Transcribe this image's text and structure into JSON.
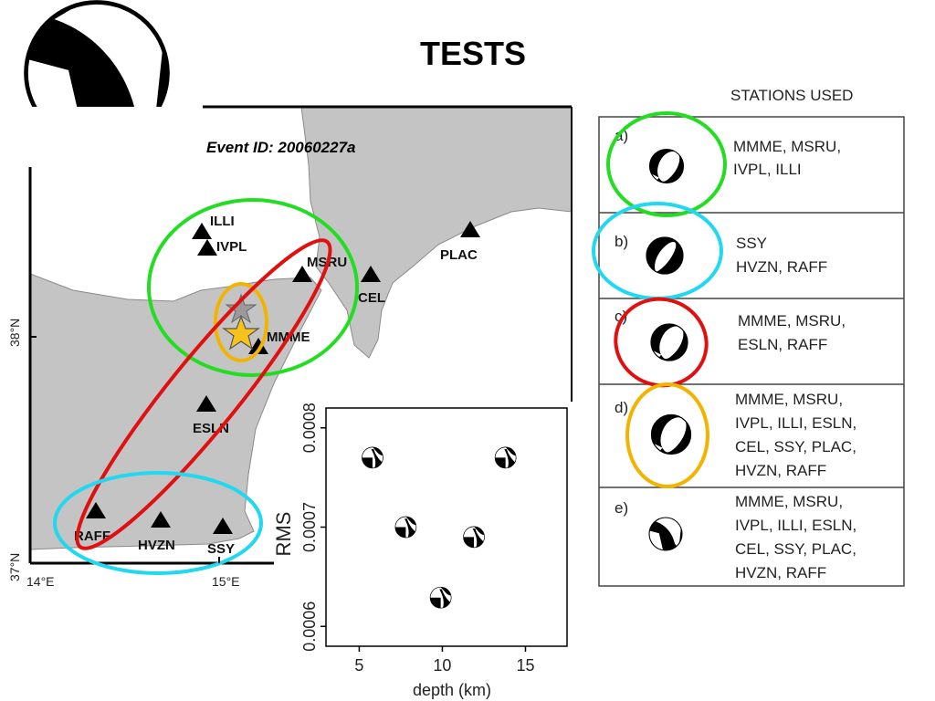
{
  "title": "TESTS",
  "map": {
    "event_id": "Event ID: 20060227a",
    "stations": [
      {
        "name": "ILLI"
      },
      {
        "name": "IVPL"
      },
      {
        "name": "MSRU"
      },
      {
        "name": "CEL"
      },
      {
        "name": "PLAC"
      },
      {
        "name": "MMME"
      },
      {
        "name": "ESLN"
      },
      {
        "name": "RAFF"
      },
      {
        "name": "HVZN"
      },
      {
        "name": "SSY"
      }
    ],
    "lat_ticks": [
      "38°N",
      "37°N"
    ],
    "lon_ticks": [
      "14°E",
      "15°E"
    ],
    "ellipse_colors": {
      "green": "#22dd22",
      "red": "#e01010",
      "orange": "#f2b400",
      "cyan": "#22d8ee"
    },
    "star_color": "#f6c21c"
  },
  "stations_table": {
    "header": "STATIONS USED",
    "rows": [
      {
        "label": "a)",
        "lines": [
          "MMME, MSRU,",
          "IVPL, ILLI"
        ],
        "color": "#22dd22"
      },
      {
        "label": "b)",
        "lines": [
          "SSY",
          "HVZN, RAFF"
        ],
        "color": "#22d8ee"
      },
      {
        "label": "c)",
        "lines": [
          "MMME, MSRU,",
          "ESLN, RAFF"
        ],
        "color": "#e01010"
      },
      {
        "label": "d)",
        "lines": [
          "MMME, MSRU,",
          "IVPL, ILLI, ESLN,",
          "CEL, SSY, PLAC,",
          "HVZN, RAFF"
        ],
        "color": "#f2b400"
      },
      {
        "label": "e)",
        "lines": [
          "MMME, MSRU,",
          "IVPL, ILLI, ESLN,",
          "CEL, SSY, PLAC,",
          "HVZN, RAFF"
        ],
        "color": null
      }
    ]
  },
  "chart_data": {
    "type": "scatter",
    "xlabel": "depth (km)",
    "ylabel": "RMS",
    "xlim": [
      3,
      17.5
    ],
    "ylim": [
      0.00058,
      0.00082
    ],
    "x_ticks": [
      "5",
      "10",
      "15"
    ],
    "y_ticks": [
      "0.0006",
      "0.0007",
      "0.0008"
    ],
    "points": [
      {
        "x": 5.8,
        "y": 0.00077
      },
      {
        "x": 13.8,
        "y": 0.00077
      },
      {
        "x": 7.8,
        "y": 0.0007
      },
      {
        "x": 11.9,
        "y": 0.00069
      },
      {
        "x": 9.9,
        "y": 0.000629
      }
    ],
    "marker": "focal-mechanism"
  }
}
